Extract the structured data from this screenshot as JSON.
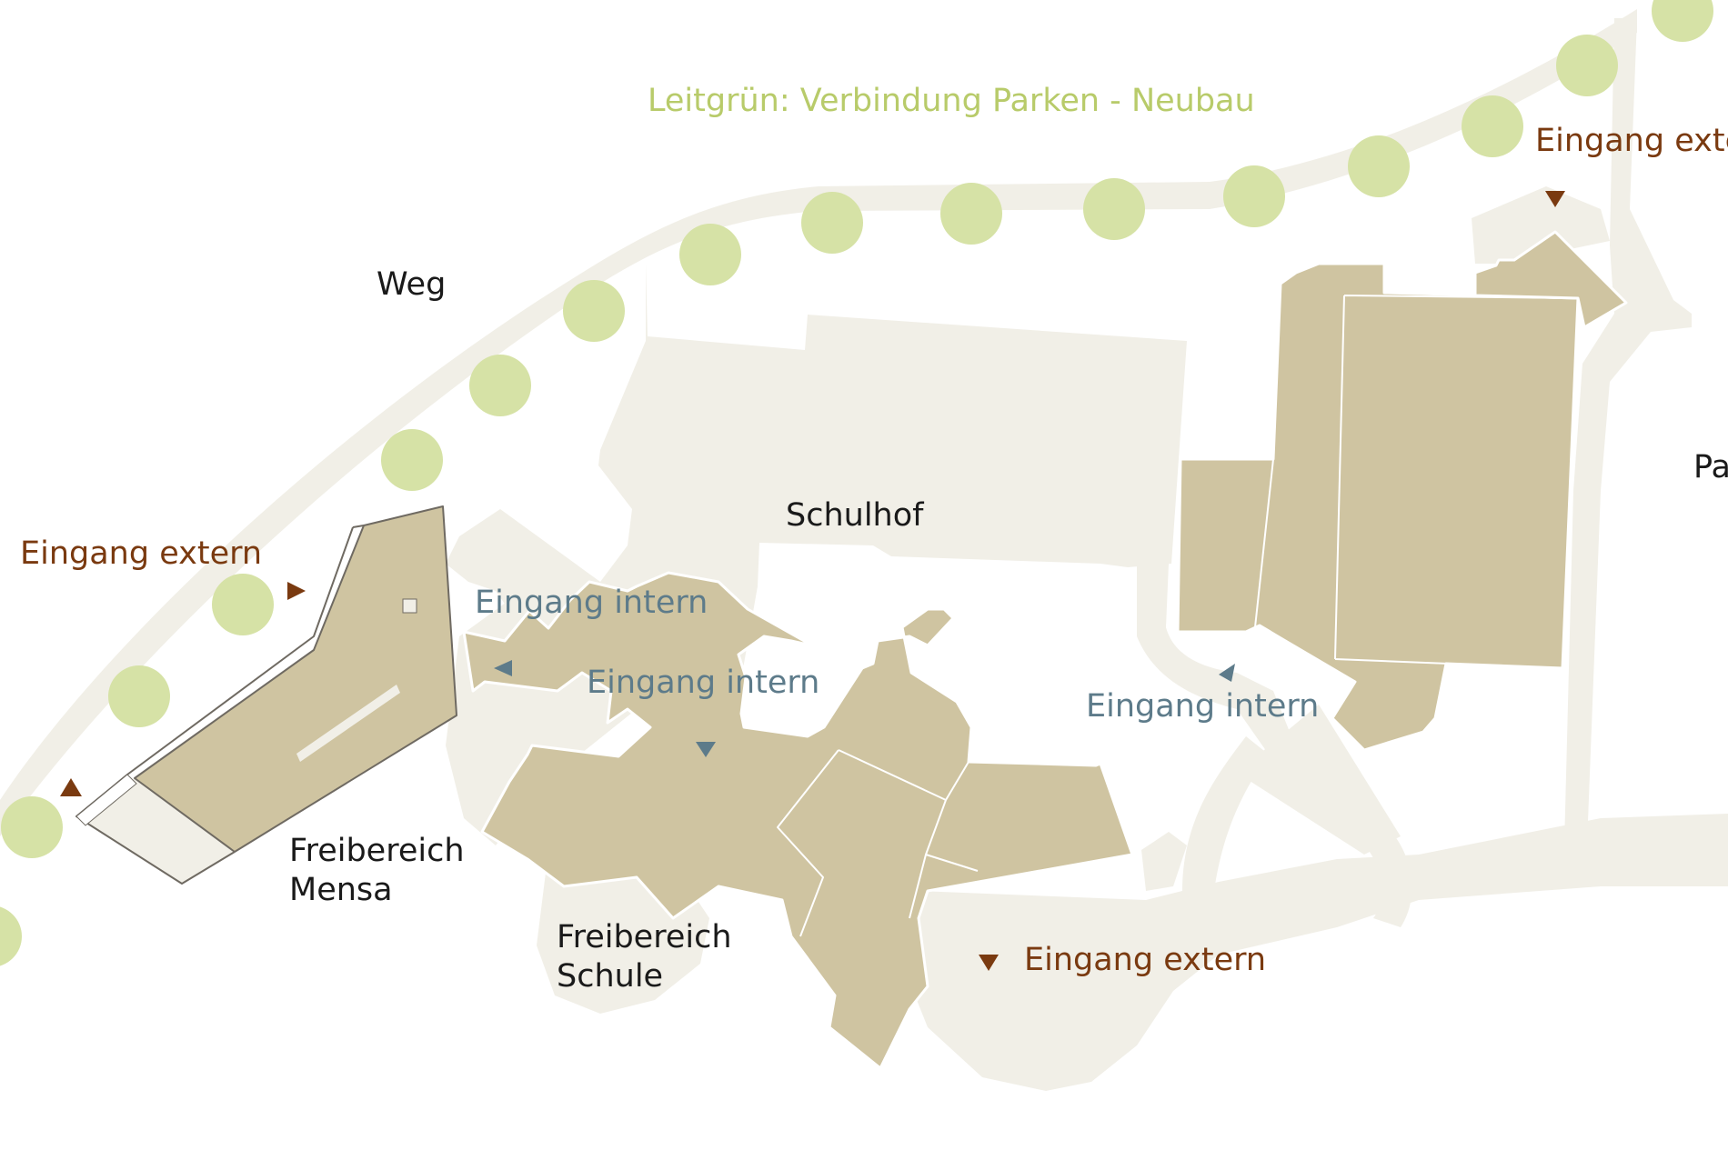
{
  "colors": {
    "background": "#ffffff",
    "path": "#f1efe7",
    "building": "#cfc4a1",
    "building_stroke": "#ffffff",
    "outline": "#6f6a62",
    "tree": "#d6e2a6",
    "green_label": "#b8cb6a",
    "extern": "#7a3a10",
    "intern": "#5d7b8a",
    "text": "#1a1a1a"
  },
  "map": {
    "title": "Leitgrün: Verbindung Parken - Neubau",
    "places": {
      "weg": "Weg",
      "schulhof": "Schulhof",
      "freibereich_mensa": "Freibereich\nMensa",
      "freibereich_schule": "Freibereich\nSchule",
      "parken_partial": "Pa"
    },
    "entrances": {
      "extern_west": "Eingang extern",
      "extern_north": "Eingang extern",
      "extern_south": "Eingang extern",
      "intern_west": "Eingang intern",
      "intern_center": "Eingang intern",
      "intern_east": "Eingang intern"
    },
    "icons": {
      "tree": "tree-icon",
      "extern_marker": "triangle-marker-extern-icon",
      "intern_marker": "triangle-marker-intern-icon"
    }
  }
}
